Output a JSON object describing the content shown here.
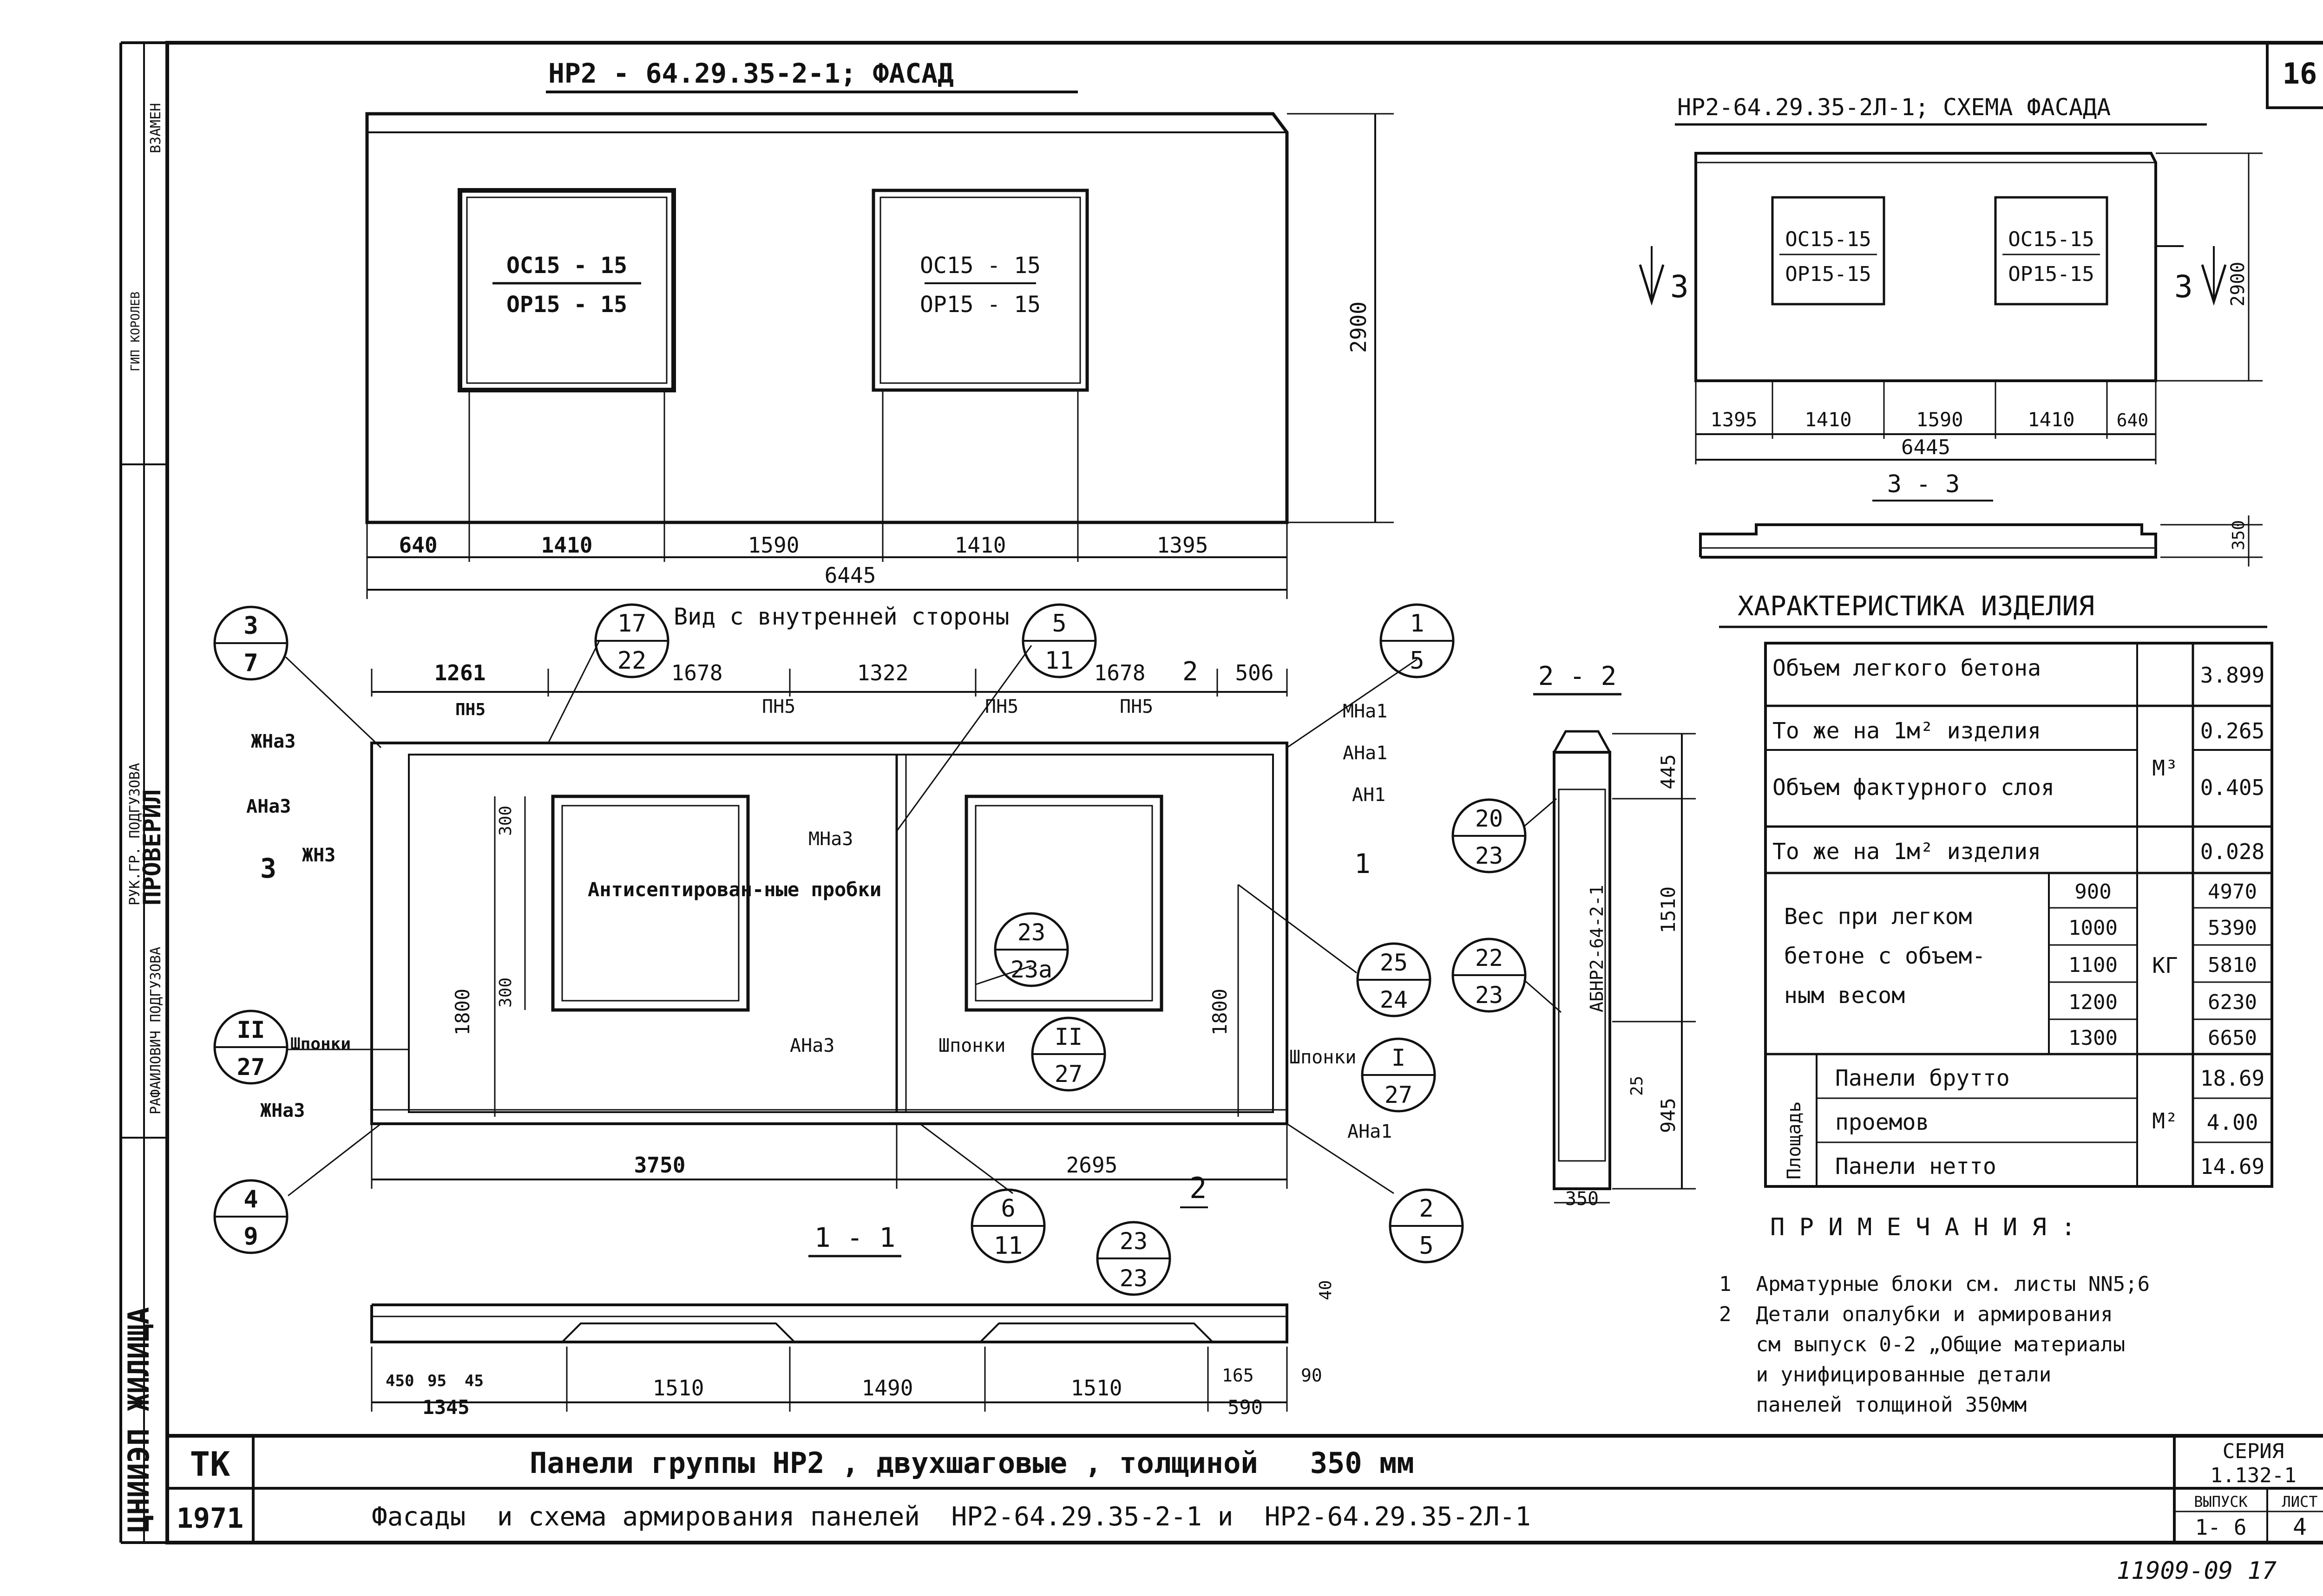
{
  "sheet": {
    "page_number": "16",
    "stamp_number": "11909-09  17",
    "left_strip": {
      "org": "ЦНИИЭП ЖИЛИЩА",
      "replace": "ВЗАМЕН",
      "checked": "ПРОВЕРИЛ",
      "roles": "РУК.ГР.   ПОДГУЗОВА",
      "names": "РАФАИЛОВИЧ   ПОДГУЗОВА",
      "extra": "ГИП   КОРОЛЕВ"
    }
  },
  "facade": {
    "title": "НР2 - 64.29.35-2-1;  ФАСАД",
    "window1": {
      "top": "ОС15 - 15",
      "bottom": "ОР15 - 15"
    },
    "window2": {
      "top": "ОС15 - 15",
      "bottom": "ОР15 - 15"
    },
    "height": "2900",
    "dims": [
      "640",
      "1410",
      "1590",
      "1410",
      "1395"
    ],
    "total": "6445"
  },
  "scheme": {
    "title": "НР2-64.29.35-2Л-1; СХЕМА ФАСАДА",
    "window1": {
      "top": "ОС15-15",
      "bottom": "ОР15-15"
    },
    "window2": {
      "top": "ОС15-15",
      "bottom": "ОР15-15"
    },
    "section_mark": "3",
    "height": "2900",
    "dims": [
      "1395",
      "1410",
      "1590",
      "1410",
      "640"
    ],
    "total": "6445",
    "section_title": "3 - 3",
    "section_height": "350"
  },
  "internal": {
    "title": "Вид с внутренней стороны",
    "top_dims": [
      "1261",
      "1678",
      "1322",
      "1678",
      "506"
    ],
    "bottom_dims": [
      "3750",
      "2695"
    ],
    "height1": "1800",
    "height2": "1800",
    "offset1": "300",
    "offset2": "300",
    "note": "Антисептирован-ные пробки",
    "labels": {
      "pn5_a": "ПН5",
      "pn5_b": "ПН5",
      "pn5_c": "ПН5",
      "pn5_d": "ПН5",
      "zhna3_top": "ЖНа3",
      "ana3_left": "АНа3",
      "zhn3": "ЖН3",
      "shponki_left": "Шпонки",
      "zhna3_bottom": "ЖНа3",
      "mna3": "МНа3",
      "ana3_center": "АНа3",
      "shponki_center": "Шпонки",
      "mna1": "МНа1",
      "ana1_top": "АНа1",
      "an1": "АН1",
      "shponki_right": "Шпонки",
      "ana1_bottom": "АНа1"
    },
    "callouts": [
      {
        "top": "3",
        "bottom": "7"
      },
      {
        "top": "17",
        "bottom": "22"
      },
      {
        "top": "5",
        "bottom": "11"
      },
      {
        "top": "1",
        "bottom": "5"
      },
      {
        "top": "II",
        "bottom": "27"
      },
      {
        "top": "23",
        "bottom": "23а"
      },
      {
        "top": "II",
        "bottom": "27"
      },
      {
        "top": "25",
        "bottom": "24"
      },
      {
        "top": "I",
        "bottom": "27"
      },
      {
        "top": "4",
        "bottom": "9"
      },
      {
        "top": "6",
        "bottom": "11"
      },
      {
        "top": "2",
        "bottom": "5"
      },
      {
        "top": "23",
        "bottom": "23"
      }
    ],
    "marks": {
      "left": "3",
      "top_right": "2",
      "bottom_right": "2",
      "right": "1"
    }
  },
  "section11": {
    "title": "1 - 1",
    "dims": [
      "1345",
      "1510",
      "1490",
      "1510",
      "590"
    ],
    "small_dims": [
      "450",
      "95",
      "45",
      "165",
      "90",
      "40"
    ]
  },
  "section22": {
    "title": "2 - 2",
    "dims": [
      "445",
      "1510",
      "945",
      "25",
      "350"
    ],
    "label": "АБНР2-64-2-1",
    "callouts": [
      {
        "top": "20",
        "bottom": "23"
      },
      {
        "top": "22",
        "bottom": "23"
      }
    ]
  },
  "characteristics": {
    "title": "ХАРАКТЕРИСТИКА ИЗДЕЛИЯ",
    "rows": [
      {
        "label": "Объем легкого бетона",
        "value": "3.899"
      },
      {
        "label": "То же на 1м² изделия",
        "value": "0.265"
      },
      {
        "label": "Объем фактурного слоя",
        "value": "0.405"
      },
      {
        "label": "То же на 1м² изделия",
        "value": "0.028"
      }
    ],
    "volume_unit": "М³",
    "weight_label": [
      "Вес при легком",
      "бетоне с объем-",
      "ным весом"
    ],
    "weight_unit": "КГ",
    "weights": [
      {
        "density": "900",
        "value": "4970"
      },
      {
        "density": "1000",
        "value": "5390"
      },
      {
        "density": "1100",
        "value": "5810"
      },
      {
        "density": "1200",
        "value": "6230"
      },
      {
        "density": "1300",
        "value": "6650"
      }
    ],
    "area_label": "Площадь",
    "area_unit": "М²",
    "areas": [
      {
        "label": "Панели брутто",
        "value": "18.69"
      },
      {
        "label": "проемов",
        "value": "4.00"
      },
      {
        "label": "Панели нетто",
        "value": "14.69"
      }
    ]
  },
  "notes": {
    "title": "П Р И М Е Ч А Н И Я :",
    "lines": [
      "1  Арматурные блоки см. листы NN5;6",
      "2  Детали опалубки и армирования",
      "   см выпуск 0-2 „Общие материалы",
      "   и унифицированные детали",
      "   панелей толщиной 350мм"
    ]
  },
  "title_block": {
    "tk": "ТК",
    "year": "1971",
    "line1": "Панели группы НР2 , двухшаговые , толщиной   350 мм",
    "line2": "Фасады  и схема армирования панелей  НР2-64.29.35-2-1 и  НР2-64.29.35-2Л-1",
    "series_label": "СЕРИЯ",
    "series": "1.132-1",
    "issue_label": "ВЫПУСК",
    "issue": "1- 6",
    "sheet_label": "ЛИСТ",
    "sheet": "4"
  }
}
